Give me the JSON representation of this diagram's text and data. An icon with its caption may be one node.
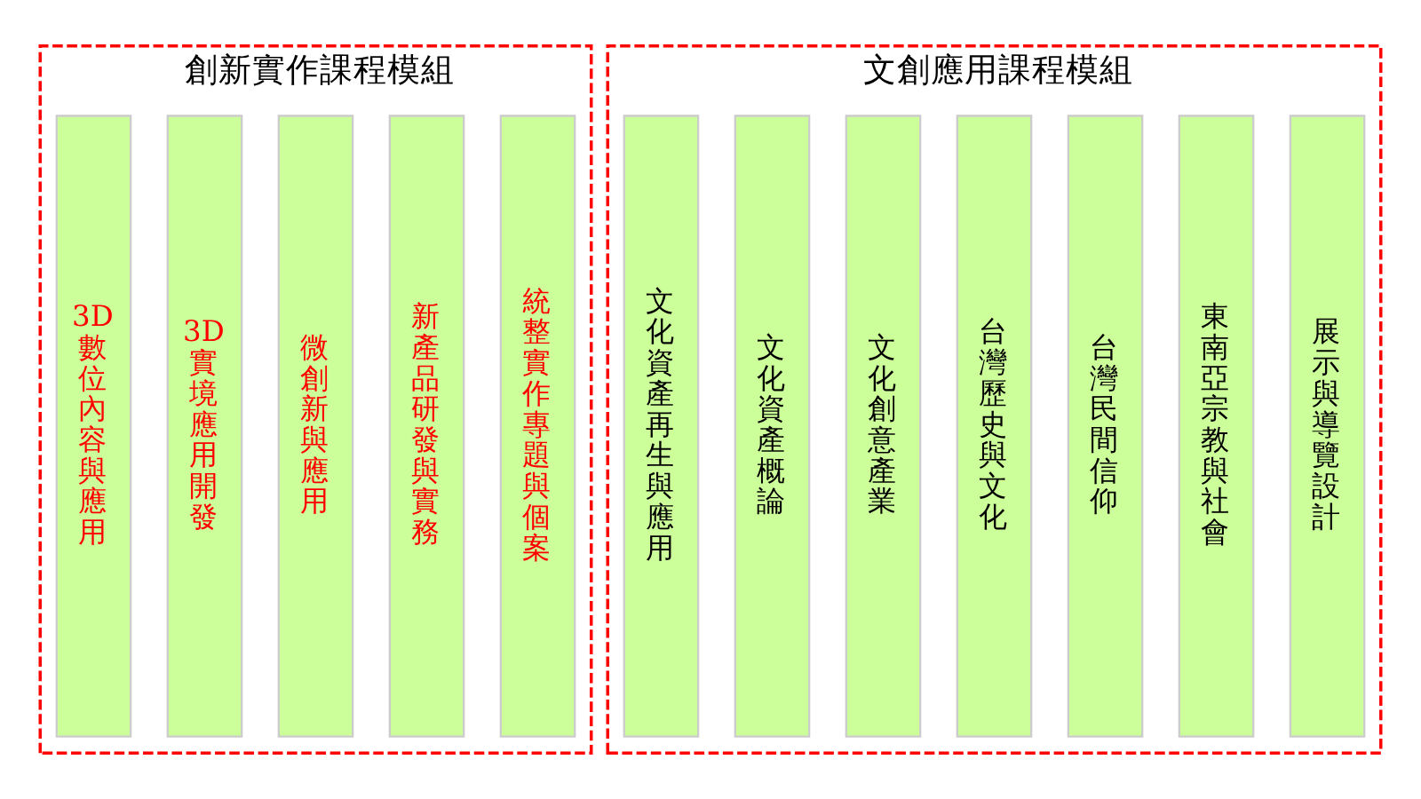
{
  "diagram": {
    "nodes": [
      {
        "text": [
          "創新實作課程模組"
        ]
      },
      {
        "text": [
          "3D數位內容與應用"
        ],
        "in": 0
      },
      {
        "text": [
          "3D實境應用開發"
        ],
        "in": 0
      },
      {
        "text": [
          "微創新與應用"
        ],
        "in": 0
      },
      {
        "text": [
          "新產品研發與實務"
        ],
        "in": 0
      },
      {
        "text": [
          "統整實作專題與個案"
        ],
        "in": 0
      },
      {
        "text": [
          "文創應用課程模組"
        ]
      },
      {
        "text": [
          "文化資產再生與應用"
        ],
        "in": 6
      },
      {
        "text": [
          "文化資產概論"
        ],
        "in": 6
      },
      {
        "text": [
          "文化創意產業"
        ],
        "in": 6
      },
      {
        "text": [
          "台灣歷史與文化"
        ],
        "in": 6
      },
      {
        "text": [
          "台灣民間信仰"
        ],
        "in": 6
      },
      {
        "text": [
          "東南亞宗教與社會"
        ],
        "in": 6
      },
      {
        "text": [
          "展示與導覽設計"
        ],
        "in": 6
      }
    ],
    "edges": []
  }
}
